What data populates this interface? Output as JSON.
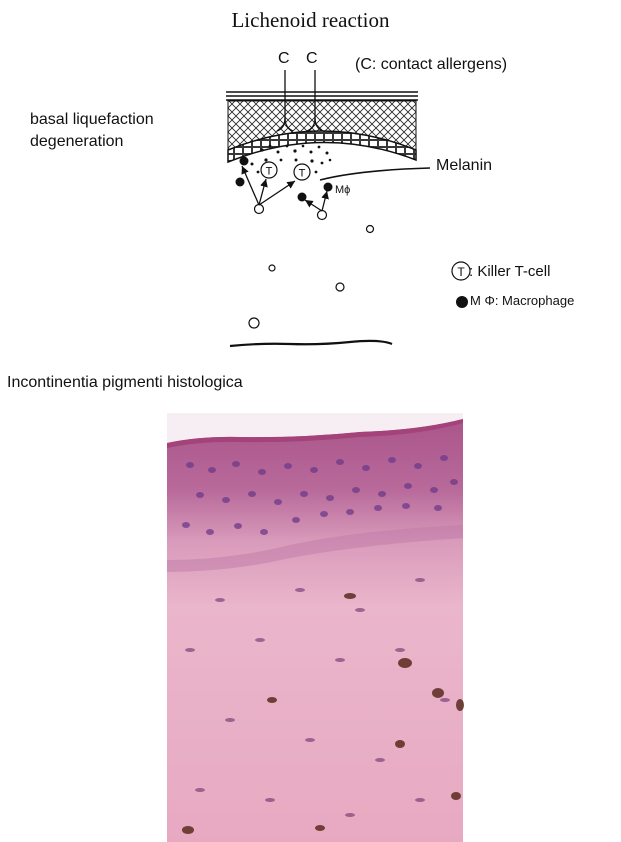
{
  "title": "Lichenoid reaction",
  "diagram": {
    "c_label": "C",
    "c_note": "(C: contact allergens)",
    "basal_label_line1": "basal liquefaction",
    "basal_label_line2": "degeneration",
    "melanin_label": "Melanin",
    "t_symbol": "T",
    "mphi_label": "Mϕ"
  },
  "legend": {
    "t_symbol": "T",
    "t_text": ": Killer T-cell",
    "m_text": "M Φ: Macrophage"
  },
  "section_title": "Incontinentia pigmenti histologica",
  "colors": {
    "ink": "#111111",
    "dermis": "#e5a9c2",
    "epidermis": "#a8528a",
    "pigment": "#5a2a1e"
  }
}
